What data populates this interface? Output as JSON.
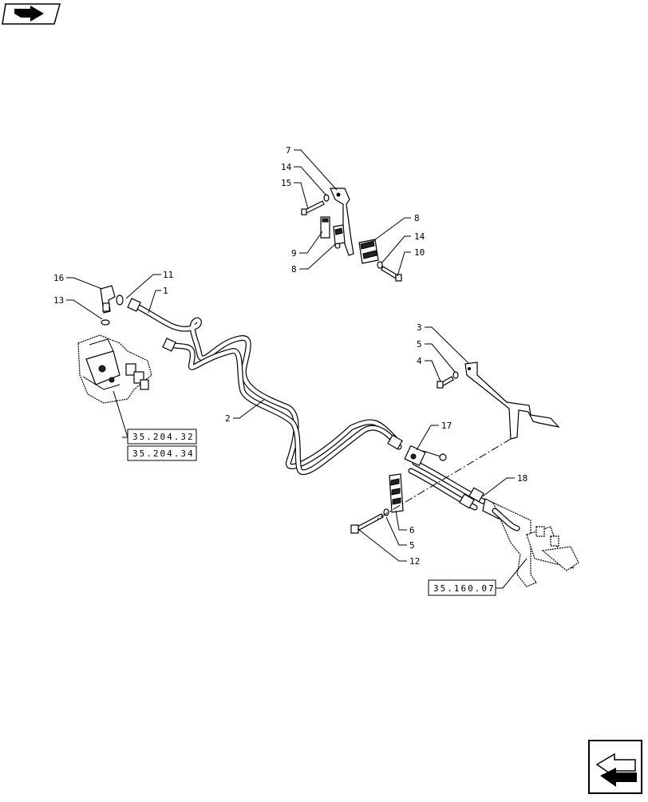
{
  "callouts": [
    {
      "id": "c7",
      "label": "7"
    },
    {
      "id": "c14a",
      "label": "14"
    },
    {
      "id": "c15",
      "label": "15"
    },
    {
      "id": "c9",
      "label": "9"
    },
    {
      "id": "c8a",
      "label": "8"
    },
    {
      "id": "c8b",
      "label": "8"
    },
    {
      "id": "c14b",
      "label": "14"
    },
    {
      "id": "c10",
      "label": "10"
    },
    {
      "id": "c16",
      "label": "16"
    },
    {
      "id": "c13",
      "label": "13"
    },
    {
      "id": "c11",
      "label": "11"
    },
    {
      "id": "c1",
      "label": "1"
    },
    {
      "id": "c3",
      "label": "3"
    },
    {
      "id": "c5a",
      "label": "5"
    },
    {
      "id": "c4",
      "label": "4"
    },
    {
      "id": "c2",
      "label": "2"
    },
    {
      "id": "c17",
      "label": "17"
    },
    {
      "id": "c18",
      "label": "18"
    },
    {
      "id": "c6",
      "label": "6"
    },
    {
      "id": "c5b",
      "label": "5"
    },
    {
      "id": "c12",
      "label": "12"
    }
  ],
  "references": [
    {
      "id": "r1",
      "label": "35.204.32"
    },
    {
      "id": "r2",
      "label": "35.204.34"
    },
    {
      "id": "r3",
      "label": "35.160.07"
    }
  ],
  "nav": {
    "top_icon": "book-arrow-icon",
    "bottom_icon": "next-page-arrow-icon"
  }
}
